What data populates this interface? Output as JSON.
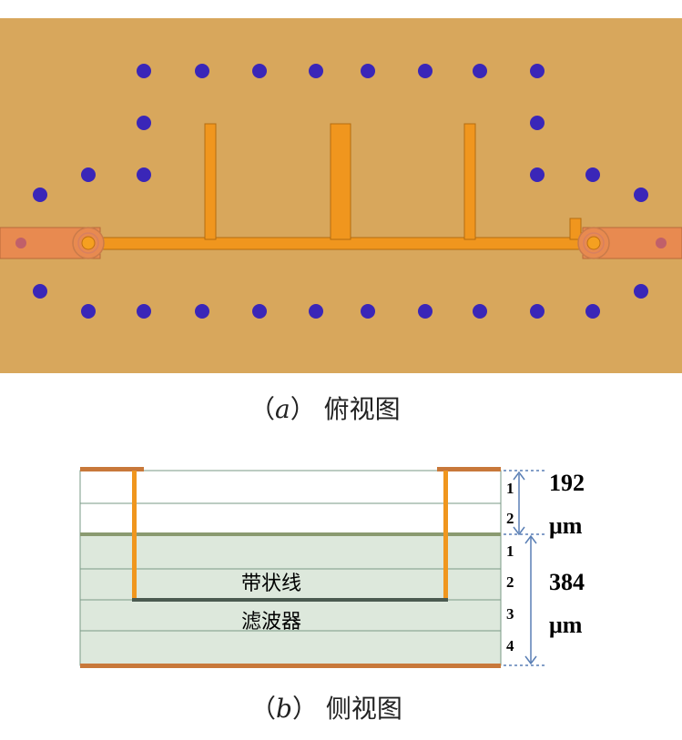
{
  "colors": {
    "substrate": "#d8a75c",
    "via": "#3a26b8",
    "strip": "#f0961e",
    "feed": "#e88a50",
    "ceramic": "#dde8dc",
    "layer_line": "#7a9a86",
    "dim_arrow": "#5a7fb5"
  },
  "captions": {
    "a_open": "（",
    "a_letter": "a",
    "a_close": "）",
    "a_text": "俯视图",
    "b_open": "（",
    "b_letter": "b",
    "b_close": "）",
    "b_text": "侧视图"
  },
  "side_view": {
    "filter_label_line1": "带状线",
    "filter_label_line2": "滤波器",
    "upper_layers": [
      "1",
      "2"
    ],
    "lower_layers": [
      "1",
      "2",
      "3",
      "4"
    ],
    "upper_thickness_value": "192",
    "upper_thickness_unit": "μm",
    "lower_thickness_value": "384",
    "lower_thickness_unit": "μm"
  }
}
